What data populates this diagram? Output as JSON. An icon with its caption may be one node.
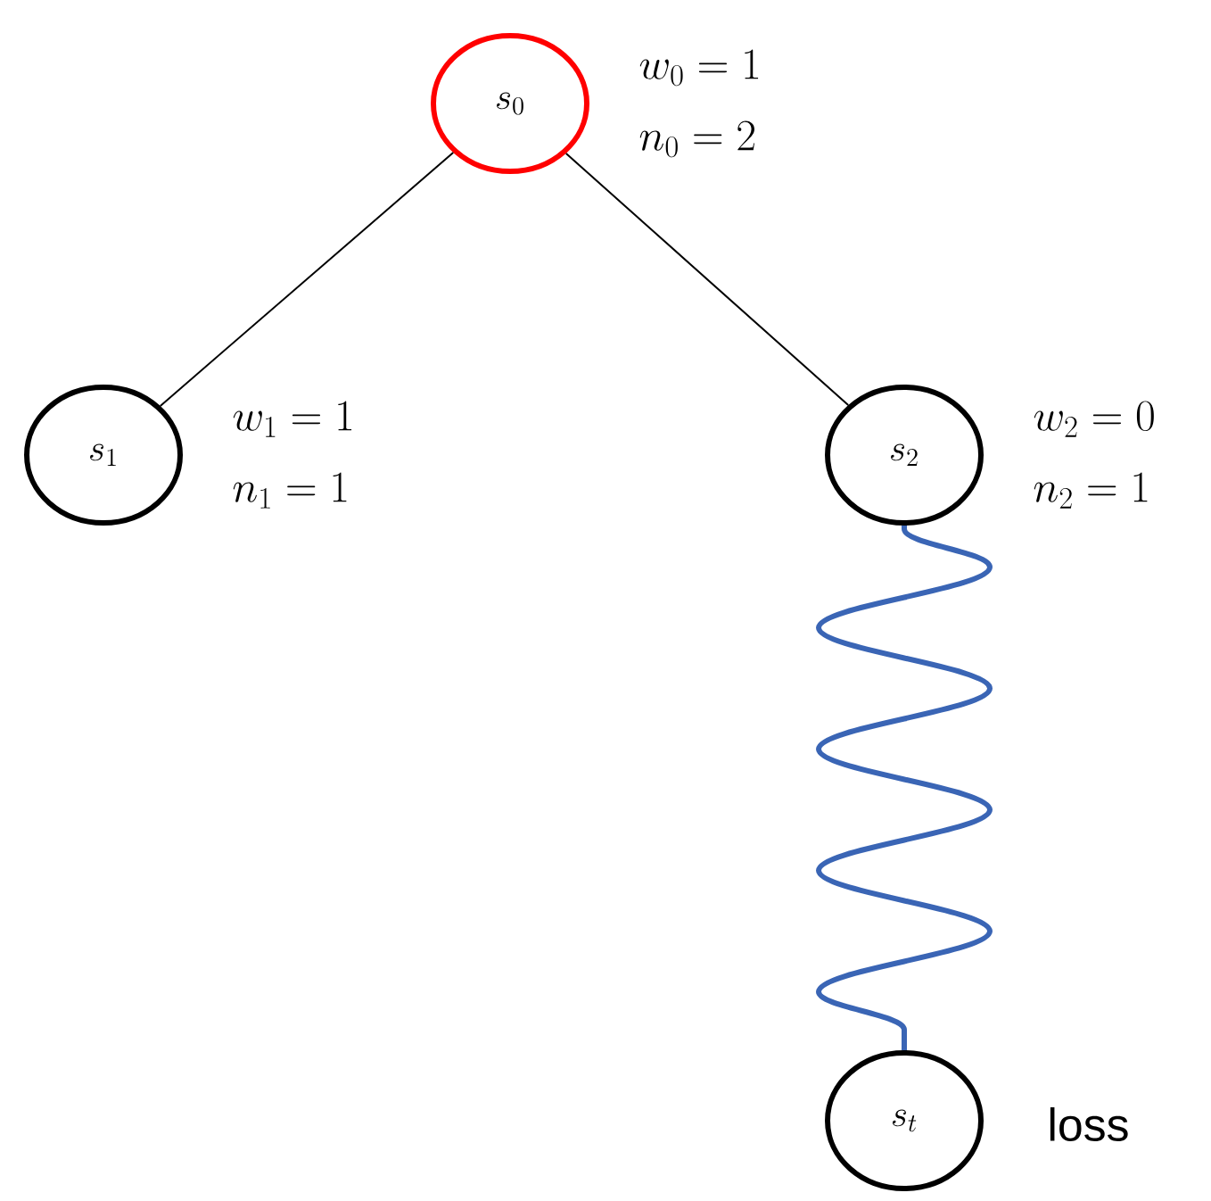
{
  "diagram": {
    "nodes": [
      {
        "text": [
          "s_0"
        ],
        "beside": [
          "w_0 = 1",
          "n_0 = 2"
        ]
      },
      {
        "text": [
          "s_1"
        ],
        "beside": [
          "w_1 = 1",
          "n_1 = 1"
        ]
      },
      {
        "text": [
          "s_2"
        ],
        "beside": [
          "w_2 = 0",
          "n_2 = 1"
        ]
      },
      {
        "text": [
          "s_t"
        ],
        "beside": [
          "loss"
        ]
      }
    ],
    "edges": [
      {
        "from": 0,
        "to": 1,
        "arrow": "none"
      },
      {
        "from": 0,
        "to": 2,
        "arrow": "none"
      },
      {
        "from": 2,
        "to": 3,
        "arrow": "none",
        "style": "thick",
        "color": "#3a65b5"
      }
    ]
  }
}
